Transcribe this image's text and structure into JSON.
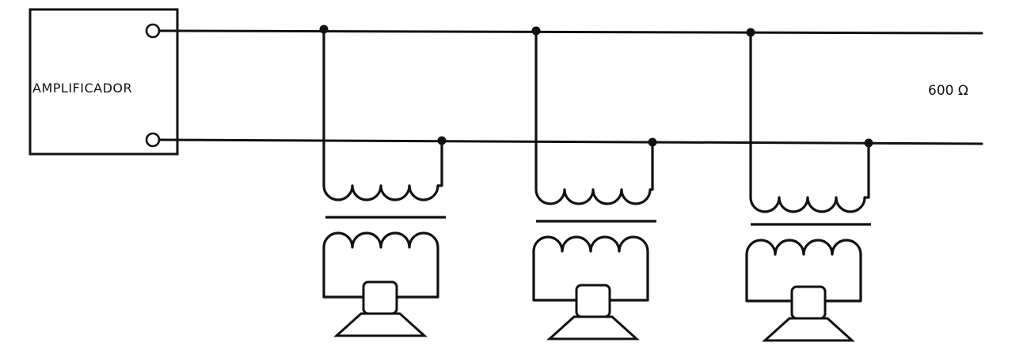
{
  "amplifier": {
    "label": "AMPLIFICADOR"
  },
  "line": {
    "impedance_label": "600 Ω"
  },
  "speakers": [
    {
      "id": "speaker-1"
    },
    {
      "id": "speaker-2"
    },
    {
      "id": "speaker-3"
    }
  ],
  "colors": {
    "ink": "#111111",
    "paper": "#ffffff"
  }
}
